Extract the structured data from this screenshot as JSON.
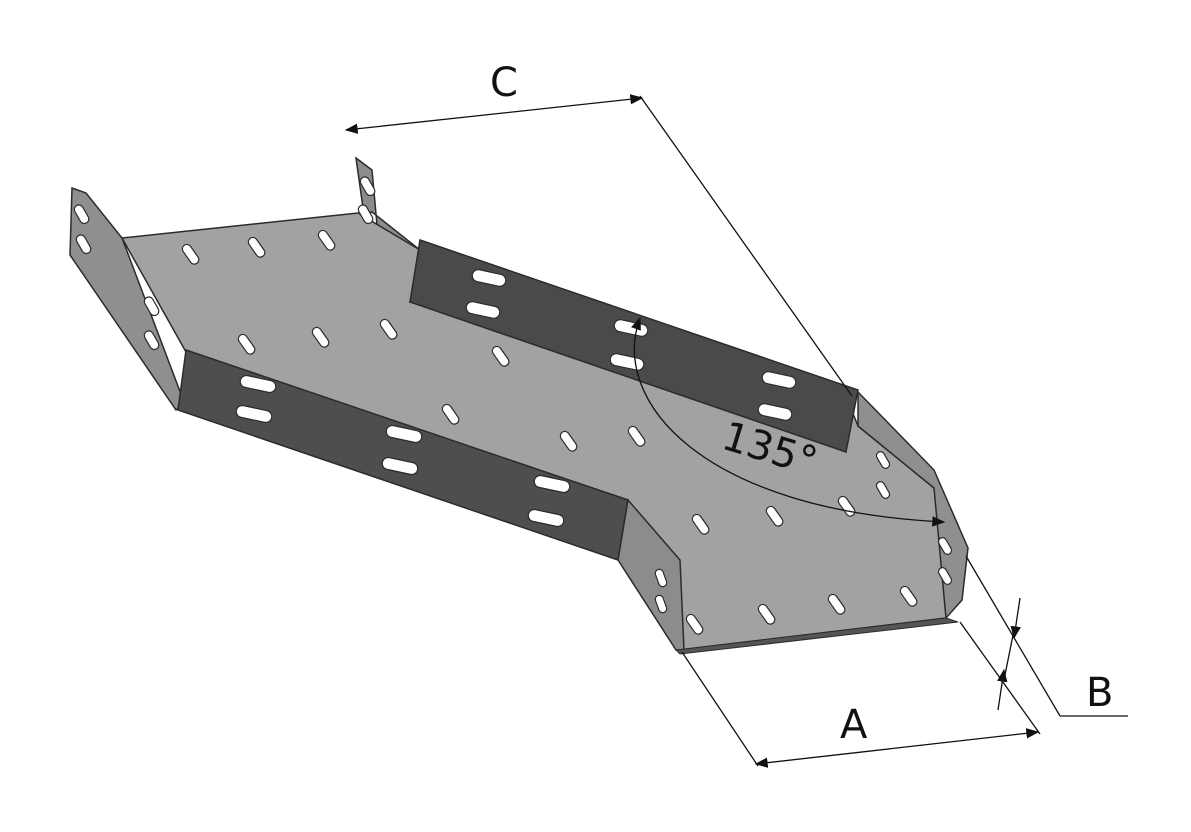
{
  "labels": {
    "c": "C",
    "a": "A",
    "b": "B",
    "angle": "135°"
  },
  "colors": {
    "tray_light": "#9e9e9e",
    "tray_mid": "#8c8c8c",
    "tray_dark": "#4f4f4f",
    "tray_darker": "#3d3d3d",
    "edge": "#2b2b2b",
    "slot": "#ffffff",
    "dimension_line": "#111111"
  },
  "icons": {
    "slots": "oblong-perforation",
    "arrows": "dimension-arrowhead"
  }
}
